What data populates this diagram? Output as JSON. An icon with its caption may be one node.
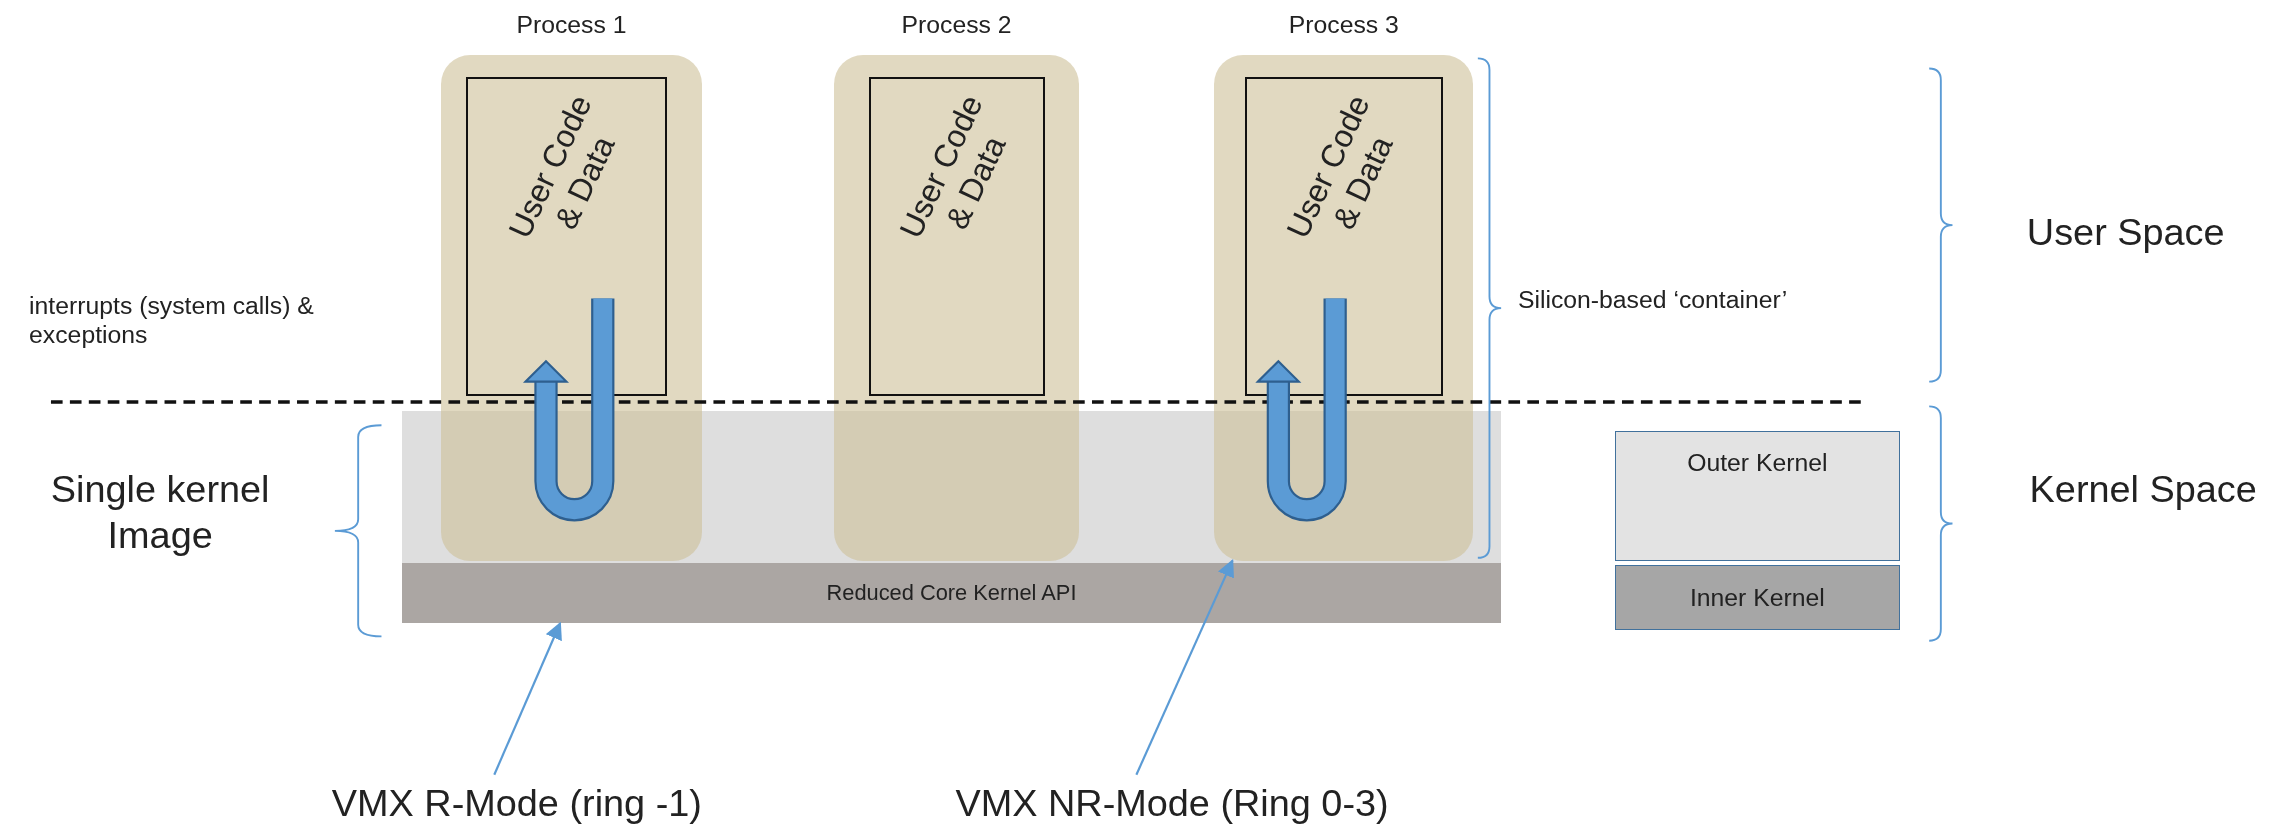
{
  "diagram": {
    "nodes": [
      {
        "text": [
          "Process 1"
        ]
      },
      {
        "text": [
          "User Code & Data"
        ],
        "in": 0
      },
      {
        "text": [
          "Process 2"
        ]
      },
      {
        "text": [
          "User Code & Data"
        ],
        "in": 2
      },
      {
        "text": [
          "Process 3"
        ]
      },
      {
        "text": [
          "User Code & Data"
        ],
        "in": 4
      },
      {
        "text": [
          "Reduced Core Kernel API"
        ]
      },
      {
        "text": [
          "Outer Kernel"
        ]
      },
      {
        "text": [
          "Inner Kernel"
        ]
      },
      {
        "text": [
          "VMX R-Mode (ring -1)"
        ]
      },
      {
        "text": [
          "VMX NR-Mode (Ring 0-3)"
        ]
      },
      {
        "text": [],
        "shape": "box"
      }
    ],
    "edges": [
      {
        "from": 9,
        "to": 6,
        "arrow": "to"
      },
      {
        "from": 10,
        "to": 4,
        "arrow": "to"
      }
    ],
    "labels": [
      "User Space",
      "Silicon-based ‘container’",
      "interrupts (system calls) & exceptions",
      "Single kernel Image",
      "Kernel Space"
    ]
  }
}
